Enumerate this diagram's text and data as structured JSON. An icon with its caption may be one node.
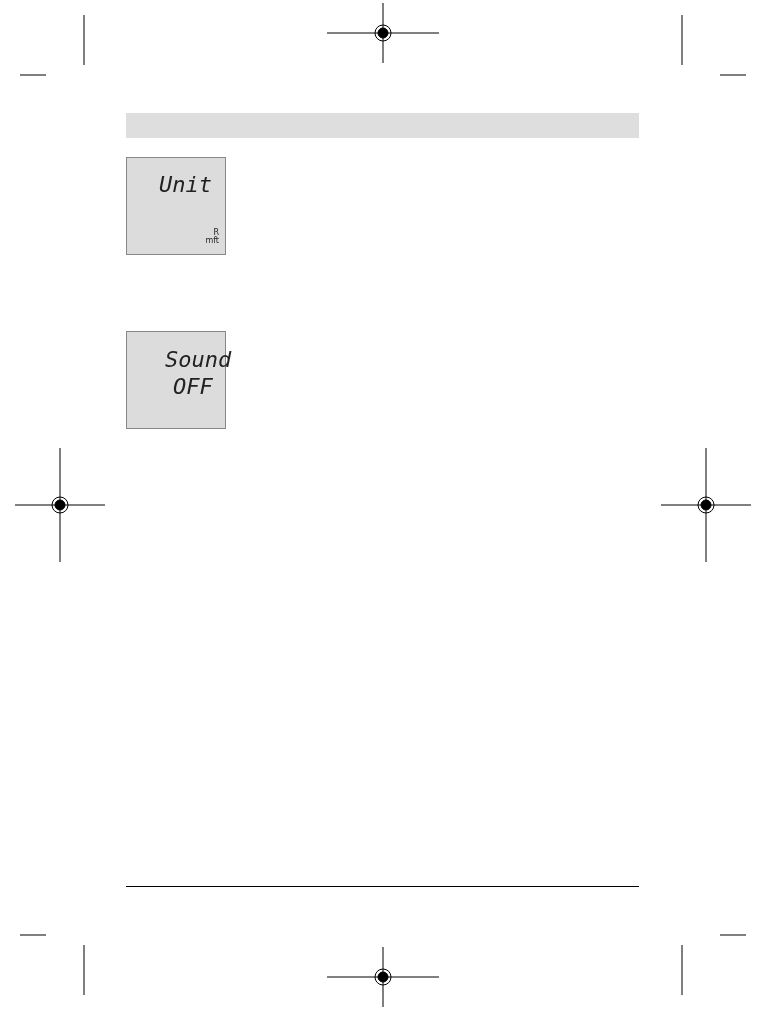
{
  "diagram": {
    "nodes": [
      {
        "text": [
          "Unit",
          "R",
          "mft"
        ]
      },
      {
        "text": [
          "Sound",
          "OFF"
        ]
      }
    ]
  }
}
